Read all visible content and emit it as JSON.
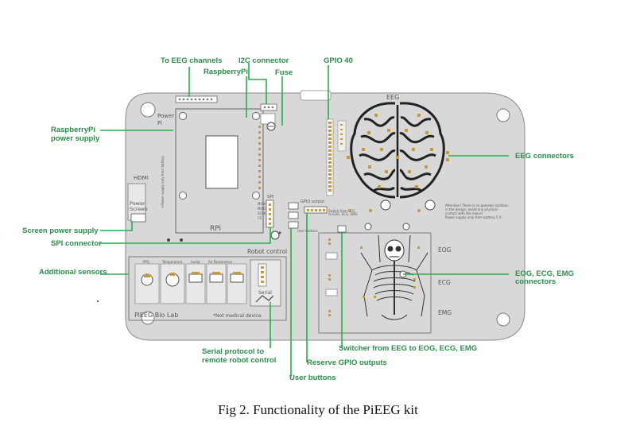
{
  "caption": "Fig 2. Functionality of the PiEEG kit",
  "colors": {
    "accent": "#22b14c",
    "board": "#d8d8d8",
    "header": "#c69a3a"
  },
  "callouts": {
    "to_eeg_channels": "To EEG channels",
    "i2c_connector": "I2C connector",
    "raspberrypi": "RaspberryPi",
    "fuse": "Fuse",
    "gpio40": "GPIO 40",
    "rpi_power_supply_1": "RaspberryPi",
    "rpi_power_supply_2": "power supply",
    "eeg_connectors": "EEG connectors",
    "screen_power_supply": "Screen power supply",
    "spi_connector": "SPI connector",
    "additional_sensors": "Additional sensors",
    "eog_ecg_emg_1": "EOG, ECG, EMG",
    "eog_ecg_emg_2": "connectors",
    "switcher": "Switcher from EEG to EOG, ECG, EMG",
    "serial_protocol_1": "Serial protocol to",
    "serial_protocol_2": "remote robot control",
    "reserve_gpio": "Reserve GPIO outputs",
    "user_buttons": "User buttons"
  },
  "board": {
    "power_pi_1": "Power",
    "power_pi_2": "Pi",
    "hdmi": "HDMI",
    "power_screen_1": "Power",
    "power_screen_2": "Screen",
    "rpi": "RPi",
    "spi": "SPI",
    "gpio_output": "GPIO output",
    "eeg": "EEG",
    "eog": "EOG",
    "ecg": "ECG",
    "emg": "EMG",
    "robot_control": "Robot control",
    "serial": "Serial",
    "pieeg_bio_lab": "PiEEG Bio Lab",
    "not_medical": "*Not medical device",
    "sensors": [
      "PPG",
      "Temperature",
      "Audio",
      "Air Parameters",
      ""
    ]
  }
}
